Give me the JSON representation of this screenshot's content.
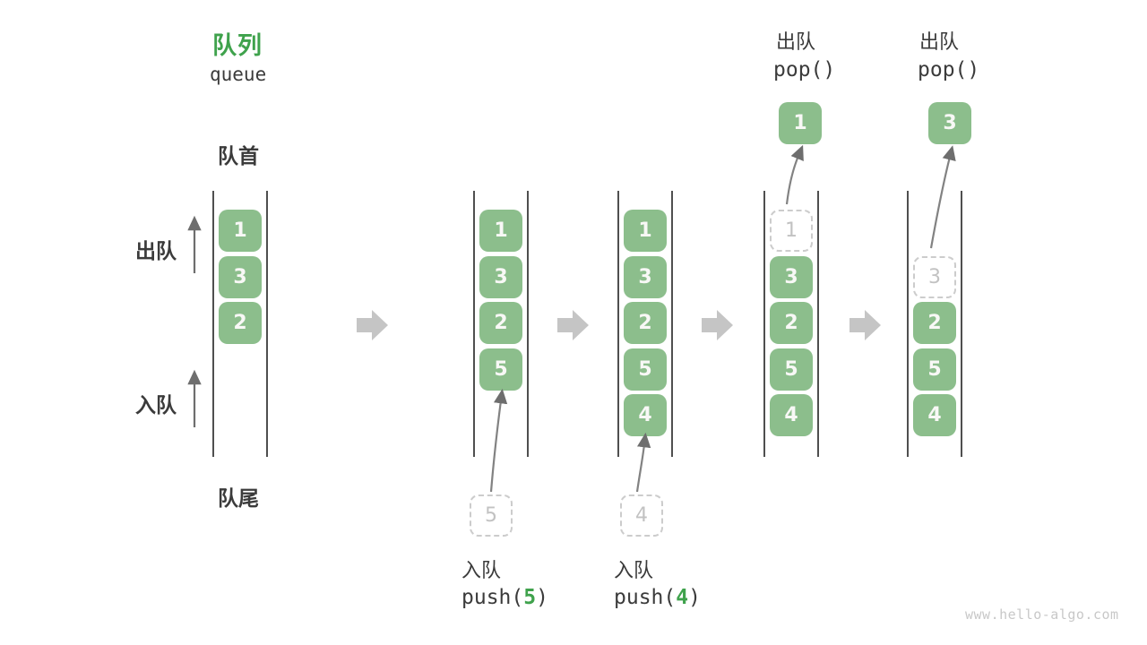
{
  "title": {
    "zh": "队列",
    "en": "queue"
  },
  "labels": {
    "front": "队首",
    "rear": "队尾",
    "dequeue": "出队",
    "enqueue": "入队"
  },
  "colors": {
    "accent_green": "#3fa24c",
    "box_green": "#8cbe8c",
    "box_text": "#f8f8f6",
    "label_dark": "#3b3b3b",
    "wall_gray": "#4f4f4f",
    "ghost_gray": "#c2c2c2",
    "block_arrow_gray": "#c5c5c5",
    "thin_arrow_gray": "#6e6e6e",
    "watermark_gray": "#c8c8c8"
  },
  "queue_states": [
    {
      "name": "state-1",
      "slots": [
        {
          "value": "1",
          "type": "solid"
        },
        {
          "value": "3",
          "type": "solid"
        },
        {
          "value": "2",
          "type": "solid"
        }
      ]
    },
    {
      "name": "state-2",
      "slots": [
        {
          "value": "1",
          "type": "solid"
        },
        {
          "value": "3",
          "type": "solid"
        },
        {
          "value": "2",
          "type": "solid"
        },
        {
          "value": "5",
          "type": "solid"
        }
      ],
      "enqueue": {
        "label": "入队",
        "code_open": "push(",
        "arg": "5",
        "code_close": ")",
        "staged_value": "5"
      }
    },
    {
      "name": "state-3",
      "slots": [
        {
          "value": "1",
          "type": "solid"
        },
        {
          "value": "3",
          "type": "solid"
        },
        {
          "value": "2",
          "type": "solid"
        },
        {
          "value": "5",
          "type": "solid"
        },
        {
          "value": "4",
          "type": "solid"
        }
      ],
      "enqueue": {
        "label": "入队",
        "code_open": "push(",
        "arg": "4",
        "code_close": ")",
        "staged_value": "4"
      }
    },
    {
      "name": "state-4",
      "slots": [
        {
          "value": "1",
          "type": "ghost"
        },
        {
          "value": "3",
          "type": "solid"
        },
        {
          "value": "2",
          "type": "solid"
        },
        {
          "value": "5",
          "type": "solid"
        },
        {
          "value": "4",
          "type": "solid"
        }
      ],
      "dequeue": {
        "label": "出队",
        "code": "pop()",
        "popped_value": "1"
      }
    },
    {
      "name": "state-5",
      "slots": [
        {
          "value": "",
          "type": "empty"
        },
        {
          "value": "3",
          "type": "ghost"
        },
        {
          "value": "2",
          "type": "solid"
        },
        {
          "value": "5",
          "type": "solid"
        },
        {
          "value": "4",
          "type": "solid"
        }
      ],
      "dequeue": {
        "label": "出队",
        "code": "pop()",
        "popped_value": "3"
      }
    }
  ],
  "watermark": "www.hello-algo.com"
}
